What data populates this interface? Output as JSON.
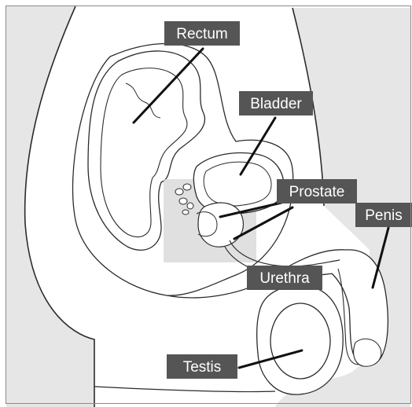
{
  "colors": {
    "background": "#ffffff",
    "body_fill": "#e6e6e6",
    "outline": "#2b2b2b",
    "label_box": "#555555",
    "label_text": "#ffffff",
    "pointer": "#111111",
    "highlight": "#d6d6d6"
  },
  "labels": {
    "rectum": "Rectum",
    "bladder": "Bladder",
    "prostate": "Prostate",
    "penis": "Penis",
    "urethra": "Urethra",
    "testis": "Testis"
  }
}
